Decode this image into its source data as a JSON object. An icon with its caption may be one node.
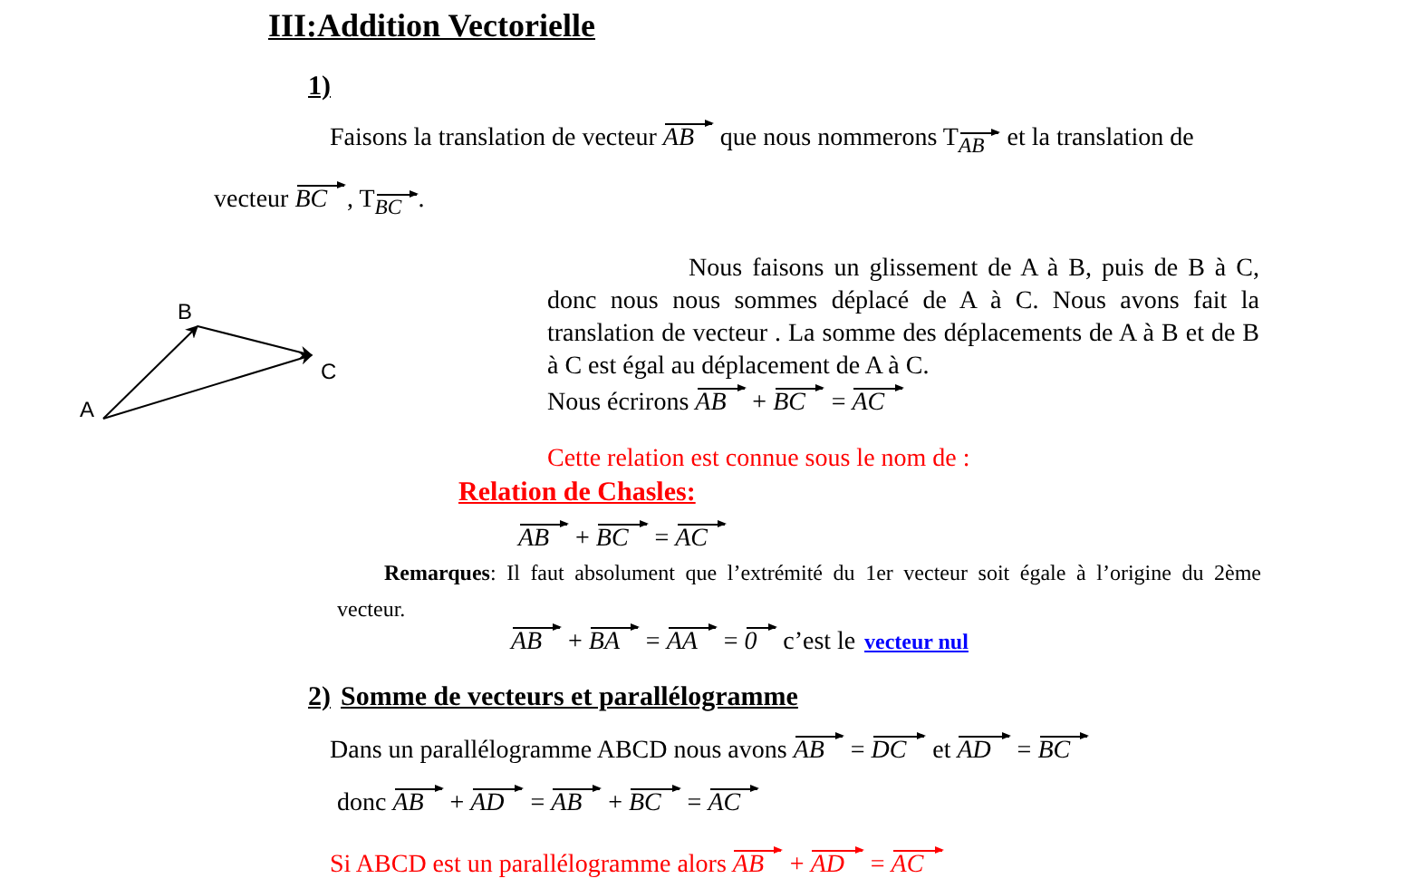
{
  "diagram": {
    "title": "III:Addition Vectorielle",
    "nodes": [
      {
        "text": [
          "A"
        ]
      },
      {
        "text": [
          "B"
        ]
      },
      {
        "text": [
          "C"
        ]
      }
    ],
    "edges": [
      {
        "from": 0,
        "to": 1,
        "arrow": "to"
      },
      {
        "from": 1,
        "to": 2,
        "arrow": "to"
      },
      {
        "from": 0,
        "to": 2,
        "arrow": "to"
      }
    ],
    "labels": [
      "1)",
      "Faisons la translation de vecteur AB⃗ que nous nommerons T$_{AB⃗}$ et la translation de vecteur BC⃗, T$_{BC⃗}$.",
      "Nous faisons un glissement de A à B, puis de B à C, donc nous nous sommes déplacé de A à C. Nous avons fait la translation de vecteur . La somme des déplacements de A à B et de B à C est égal au déplacement de A à C.",
      "Nous écrirons AB⃗ + BC⃗ = AC⃗",
      "Cette relation est connue sous le nom de :",
      "Relation de Chasles:",
      "AB⃗ + BC⃗ = AC⃗",
      "**Remarques**: Il faut absolument que l’extrémité du 1er vecteur soit égale à l’origine du 2ème vecteur.",
      "AB⃗ + BA⃗ = AA⃗ = 0⃗ c’est le",
      "vecteur nul",
      "2)",
      "Somme de vecteurs et parallélogramme",
      "Dans un parallélogramme ABCD nous avons AB⃗ = DC⃗ et AD⃗ = BC⃗",
      "donc AB⃗ + AD⃗ = AB⃗ + BC⃗ = AC⃗",
      "Si ABCD est un parallélogramme alors AB⃗ + AD⃗ = AC⃗"
    ]
  }
}
